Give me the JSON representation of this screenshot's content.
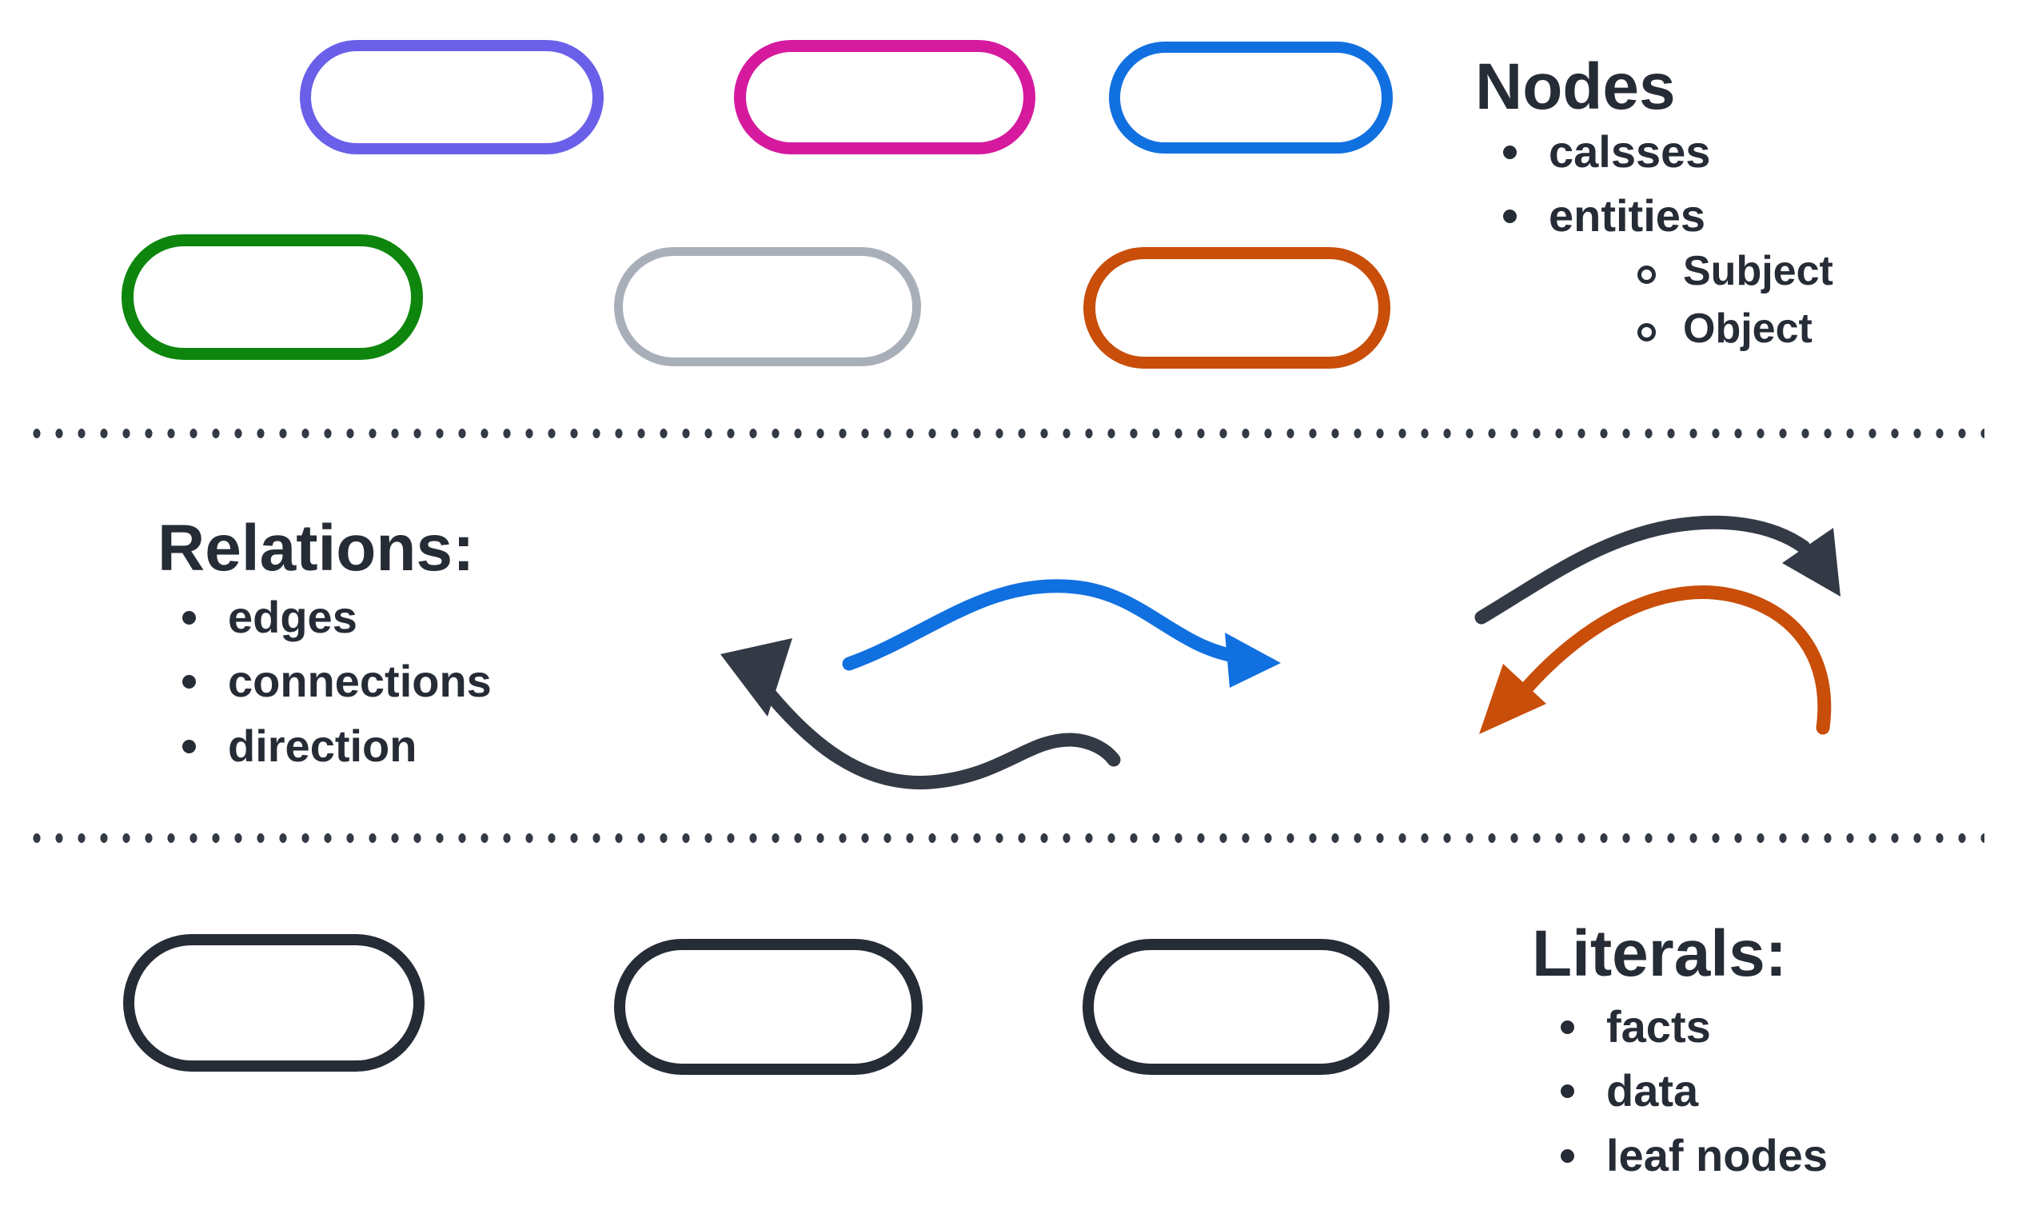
{
  "colors": {
    "purple": "#6A5FE8",
    "magenta": "#D51A9E",
    "blue": "#1170E0",
    "green": "#0E860E",
    "gray": "#A9AFB8",
    "orange": "#C84E0A",
    "dark": "#262C36",
    "arrow_dark": "#333A46"
  },
  "sections": {
    "nodes": {
      "title": "Nodes",
      "items": [
        "calsses",
        "entities"
      ],
      "subitems": [
        "Subject",
        "Object"
      ]
    },
    "relations": {
      "title": "Relations:",
      "items": [
        "edges",
        "connections",
        "direction"
      ]
    },
    "literals": {
      "title": "Literals:",
      "items": [
        "facts",
        "data",
        "leaf nodes"
      ]
    }
  }
}
